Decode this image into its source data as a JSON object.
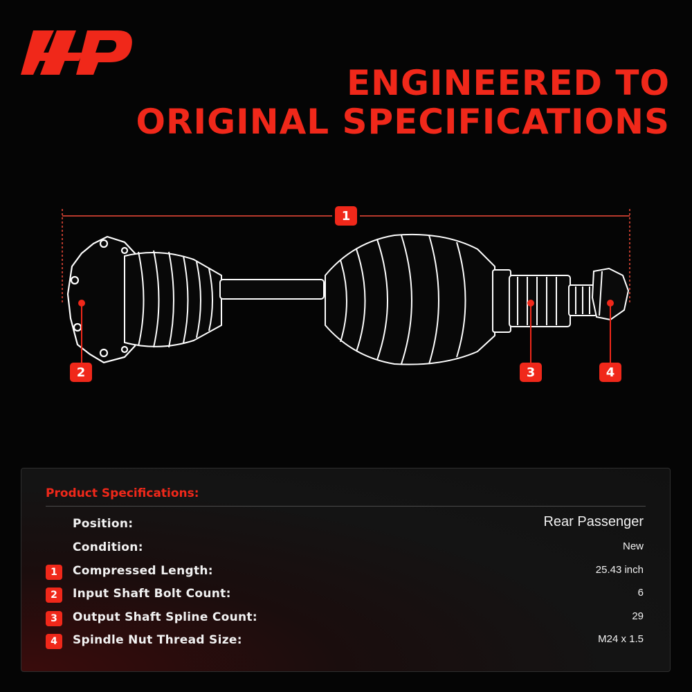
{
  "brand": {
    "logo_name": "A-Premium logo",
    "accent_color": "#f0281a"
  },
  "headline": {
    "line1": "ENGINEERED TO",
    "line2": "ORIGINAL SPECIFICATIONS"
  },
  "diagram": {
    "callouts": [
      "1",
      "2",
      "3",
      "4"
    ]
  },
  "specs": {
    "title": "Product Specifications:",
    "rows": [
      {
        "num": "",
        "label": "Position:",
        "value": "Rear Passenger"
      },
      {
        "num": "",
        "label": "Condition:",
        "value": "New"
      },
      {
        "num": "1",
        "label": "Compressed Length:",
        "value": "25.43 inch"
      },
      {
        "num": "2",
        "label": "Input Shaft Bolt Count:",
        "value": "6"
      },
      {
        "num": "3",
        "label": "Output Shaft Spline Count:",
        "value": "29"
      },
      {
        "num": "4",
        "label": "Spindle Nut Thread Size:",
        "value": "M24 x 1.5"
      }
    ]
  }
}
